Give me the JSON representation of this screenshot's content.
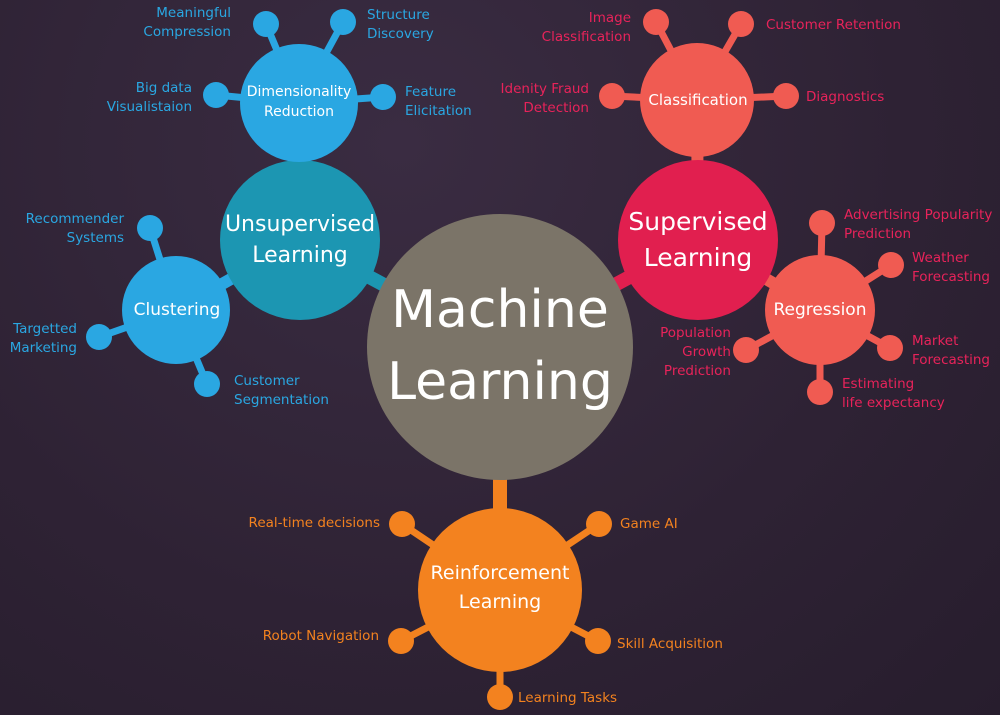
{
  "center": {
    "title": "Machine\nLearning",
    "color": "#7b7468"
  },
  "colors": {
    "unsupervised": "#1c96b2",
    "dimensionality": "#2aa7e2",
    "clustering": "#2aa7e2",
    "supervised": "#e11f4f",
    "classification": "#f05b52",
    "regression": "#f05b52",
    "reinforcement": "#f3821f",
    "blue_text": "#2aa7e2",
    "red_text": "#e8235a",
    "orange_text": "#f3821f"
  },
  "unsupervised": {
    "title": "Unsupervised\nLearning",
    "dimensionality": {
      "title": "Dimensionality\nReduction",
      "leaves": [
        "Meaningful\nCompression",
        "Structure\nDiscovery",
        "Big data\nVisualistaion",
        "Feature\nElicitation"
      ]
    },
    "clustering": {
      "title": "Clustering",
      "leaves": [
        "Recommender\nSystems",
        "Targetted\nMarketing",
        "Customer\nSegmentation"
      ]
    }
  },
  "supervised": {
    "title": "Supervised\nLearning",
    "classification": {
      "title": "Classification",
      "leaves": [
        "Image\nClassification",
        "Customer Retention",
        "Idenity Fraud\nDetection",
        "Diagnostics"
      ]
    },
    "regression": {
      "title": "Regression",
      "leaves": [
        "Advertising Popularity\nPrediction",
        "Weather\nForecasting",
        "Population\nGrowth\nPrediction",
        "Market\nForecasting",
        "Estimating\nlife expectancy"
      ]
    }
  },
  "reinforcement": {
    "title": "Reinforcement\nLearning",
    "leaves": [
      "Real-time decisions",
      "Game AI",
      "Robot Navigation",
      "Skill Acquisition",
      "Learning Tasks"
    ]
  }
}
